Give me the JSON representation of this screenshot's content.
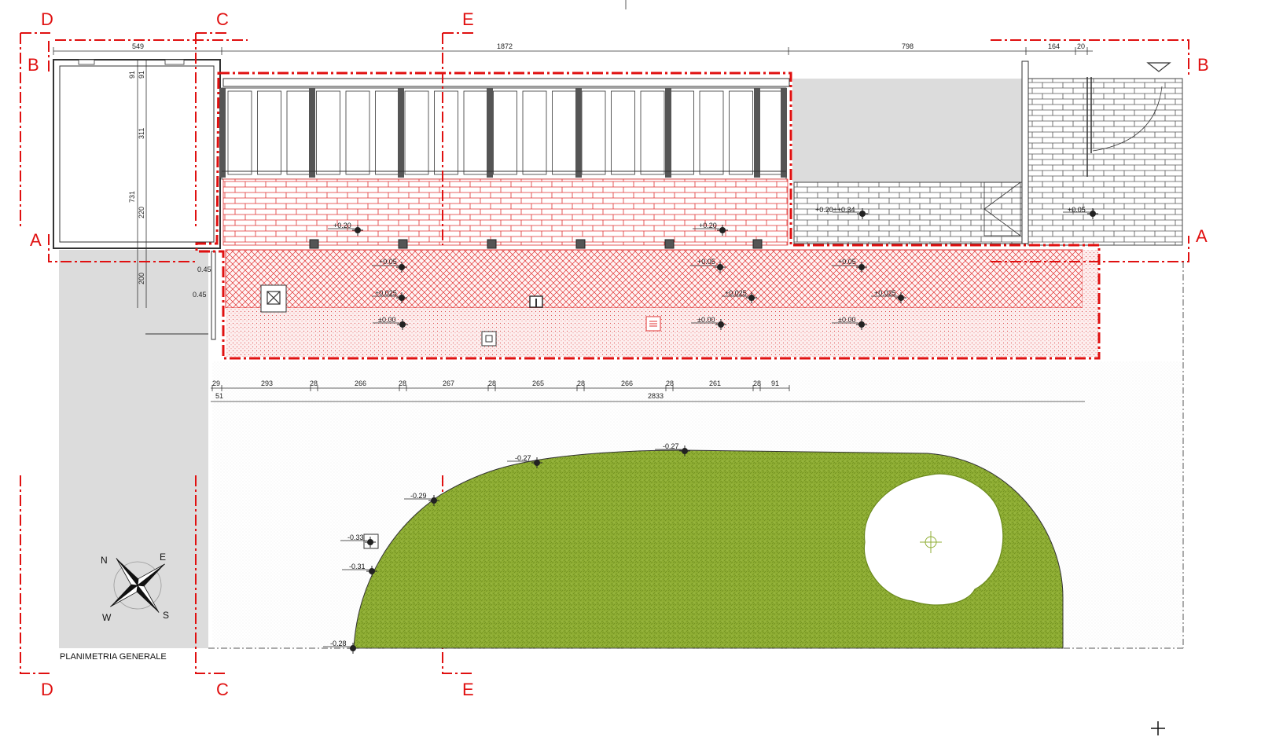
{
  "title": "PLANIMETRIA GENERALE",
  "colors": {
    "section_red": "#e01010",
    "lawn_green": "#8dab2f",
    "paving_gray": "#dcdcdc",
    "line_dark": "#333333"
  },
  "section_labels": {
    "A": "A",
    "B": "B",
    "C": "C",
    "D": "D",
    "E": "E"
  },
  "compass": {
    "n": "N",
    "e": "E",
    "s": "S",
    "w": "W"
  },
  "top_dims": {
    "d549": "549",
    "d1872": "1872",
    "d798": "798",
    "d164": "164",
    "d20": "20"
  },
  "left_dims": {
    "d91a": "91",
    "d91b": "91",
    "d311": "311",
    "d731": "731",
    "d220": "220",
    "d200": "200",
    "d045a": "0.45",
    "d045b": "0.45"
  },
  "bottom_dims": {
    "chain": [
      "29",
      "293",
      "28",
      "266",
      "28",
      "267",
      "28",
      "265",
      "28",
      "266",
      "28",
      "261",
      "28",
      "91"
    ],
    "d51": "51",
    "total": "2833"
  },
  "levels": {
    "l_020a": "+0.20",
    "l_020b": "+0.20",
    "l_020_034": "+0.20÷+0.34",
    "l_005a": "+0.05",
    "l_005b": "+0.05",
    "l_005c": "+0.05",
    "l_005d": "+0.05",
    "l_0025a": "+0.025",
    "l_0025b": "+0.025",
    "l_0025c": "+0.025",
    "l_000a": "±0.00",
    "l_000b": "±0.00",
    "l_000c": "±0.00",
    "l_m027a": "-0.27",
    "l_m027b": "-0.27",
    "l_m029": "-0.29",
    "l_m033": "-0.33",
    "l_m031": "-0.31",
    "l_m028": "-0.28"
  }
}
